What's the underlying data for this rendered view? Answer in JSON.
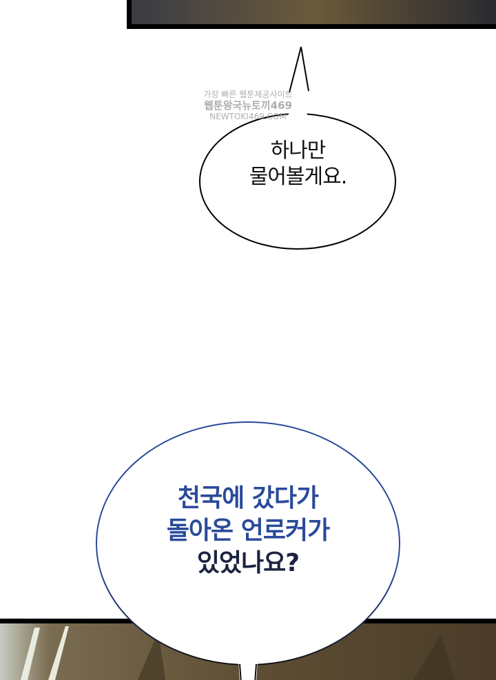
{
  "watermark": {
    "line1": "가장 빠른 웹툰제공사이트",
    "line2": "웹툰왕국뉴토끼469",
    "line3": "NEWTOKI469.COM"
  },
  "bubble1": {
    "line1": "하나만",
    "line2": "물어볼게요."
  },
  "bubble2": {
    "line1": "천국에 갔다가",
    "line2": "돌아온 언로커가",
    "line3": "있었나요?"
  },
  "colors": {
    "dialog_blue": "#2a4a9a",
    "panel_border": "#000000",
    "panel_brown": "#5a4a30"
  }
}
